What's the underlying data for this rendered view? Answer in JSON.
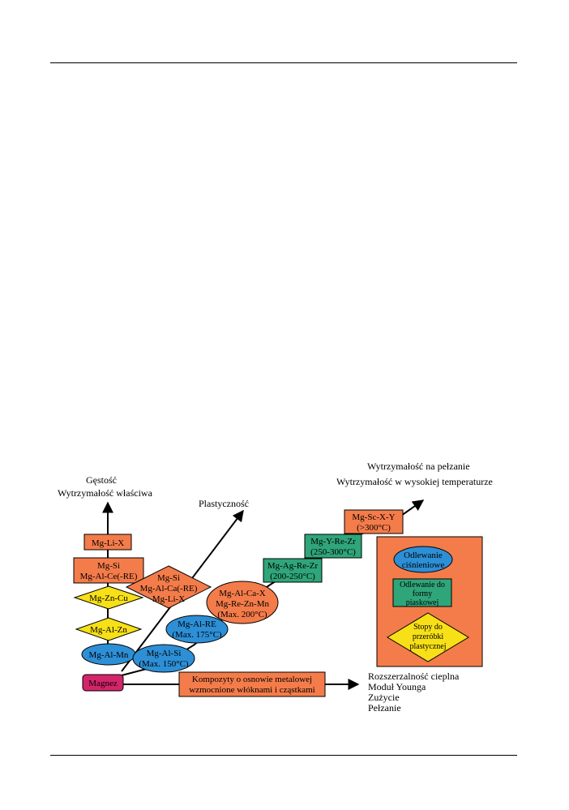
{
  "colors": {
    "orange": "#f47c4a",
    "yellow": "#f7e017",
    "blue": "#2d8fd6",
    "green": "#2fa57a",
    "magenta": "#d5256a",
    "line": "#000000"
  },
  "nodes": {
    "magnez": "Magnez",
    "mg_al_mn": "Mg-Al-Mn",
    "mg_al_zn": "Mg-Al-Zn",
    "mg_zn_cu": "Mg-Zn-Cu",
    "mg_si_l1": "Mg-Si",
    "mg_si_l2": "Mg-Al-Ce(-RE)",
    "mg_li_x": "Mg-Li-X",
    "gestosc": "Gęstość",
    "wytrz_wlasciwa": "Wytrzymałość właściwa",
    "plastycznosc": "Plastyczność",
    "dia_l1": "Mg-Si",
    "dia_l2": "Mg-Al-Ca(-RE)",
    "dia_l3": "Mg-Li-X",
    "mg_al_si_l1": "Mg-Al-Si",
    "mg_al_si_l2": "(Max. 150°C)",
    "mg_al_re_l1": "Mg-Al-RE",
    "mg_al_re_l2": "(Max. 175°C)",
    "mg_al_ca_l1": "Mg-Al-Ca-X",
    "mg_al_ca_l2": "Mg-Re-Zn-Mn",
    "mg_al_ca_l3": "(Max. 200°C)",
    "mg_ag_l1": "Mg-Ag-Re-Zr",
    "mg_ag_l2": "(200-250°C)",
    "mg_y_l1": "Mg-Y-Re-Zr",
    "mg_y_l2": "(250-300°C)",
    "mg_sc_l1": "Mg-Sc-X-Y",
    "mg_sc_l2": "(>300°C)",
    "wytrz_pelzanie": "Wytrzymałość na pełzanie",
    "wytrz_temp": "Wytrzymałość w wysokiej temperaturze",
    "kompozyty_l1": "Kompozyty o osnowie metalowej",
    "kompozyty_l2": "wzmocnione włóknami i cząstkami",
    "rozszerzalnosc": "Rozszerzalność cieplna",
    "modul": "Moduł Younga",
    "zuzycie": "Zużycie",
    "pelzanie": "Pełzanie"
  },
  "legend": {
    "cisnieniowe_l1": "Odlewanie",
    "cisnieniowe_l2": "ciśnieniowe",
    "piaskowe_l1": "Odlewanie do",
    "piaskowe_l2": "formy",
    "piaskowe_l3": "piaskowej",
    "przerobka_l1": "Stopy do",
    "przerobka_l2": "przeróbki",
    "przerobka_l3": "plastycznej"
  }
}
